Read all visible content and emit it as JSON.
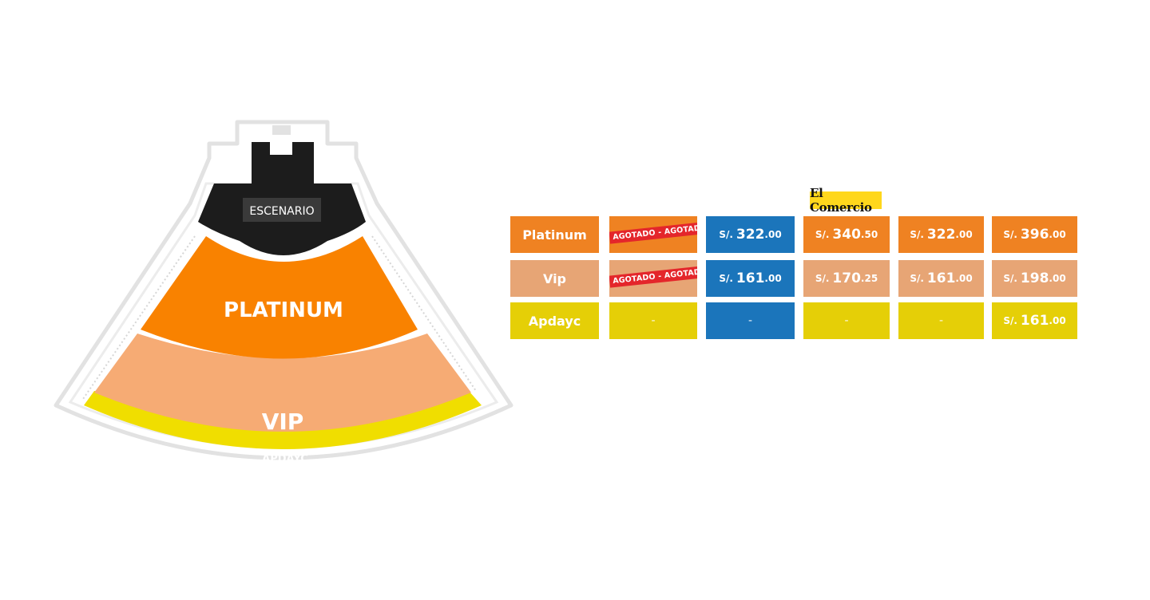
{
  "seatmap": {
    "stage_label": "ESCENARIO",
    "zones": {
      "platinum": "PLATINUM",
      "vip": "VIP",
      "apdayc": "APDAYC"
    },
    "colors": {
      "stage": "#1c1c1c",
      "platinum": "#f98200",
      "vip": "#f6ab74",
      "apdayc": "#f0de00",
      "outline": "#e2e2e2"
    }
  },
  "sponsor": {
    "name": "El Comercio"
  },
  "prices": {
    "rows": [
      {
        "label": "Platinum",
        "cells": [
          {
            "soldout": true,
            "stamp": "AGOTADO - AGOTADO",
            "ghost": ""
          },
          {
            "currency": "S/.",
            "int": "322",
            "dec": ".00"
          },
          {
            "currency": "S/.",
            "int": "340",
            "dec": ".50"
          },
          {
            "currency": "S/.",
            "int": "322",
            "dec": ".00"
          },
          {
            "currency": "S/.",
            "int": "396",
            "dec": ".00"
          }
        ]
      },
      {
        "label": "Vip",
        "cells": [
          {
            "soldout": true,
            "stamp": "AGOTADO - AGOTADO",
            "ghost": ""
          },
          {
            "currency": "S/.",
            "int": "161",
            "dec": ".00"
          },
          {
            "currency": "S/.",
            "int": "170",
            "dec": ".25"
          },
          {
            "currency": "S/.",
            "int": "161",
            "dec": ".00"
          },
          {
            "currency": "S/.",
            "int": "198",
            "dec": ".00"
          }
        ]
      },
      {
        "label": "Apdayc",
        "cells": [
          {
            "dash": "-"
          },
          {
            "dash": "-"
          },
          {
            "dash": "-"
          },
          {
            "dash": "-"
          },
          {
            "currency": "S/.",
            "int": "161",
            "dec": ".00"
          }
        ]
      }
    ]
  }
}
